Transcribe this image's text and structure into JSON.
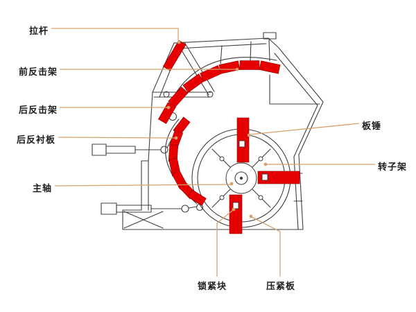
{
  "colors": {
    "highlight": "#e60000",
    "leader": "#d8a06c",
    "line": "#3f3f3f",
    "background": "#ffffff"
  },
  "labels": {
    "tie_rod": "拉杆",
    "front_impact_frame": "前反击架",
    "rear_impact_frame": "后反击架",
    "rear_liner_plate": "后反衬板",
    "main_shaft": "主轴",
    "blow_bar": "板锤",
    "rotor_frame": "转子架",
    "lock_block": "锁紧块",
    "pressing_plate": "压紧板"
  }
}
